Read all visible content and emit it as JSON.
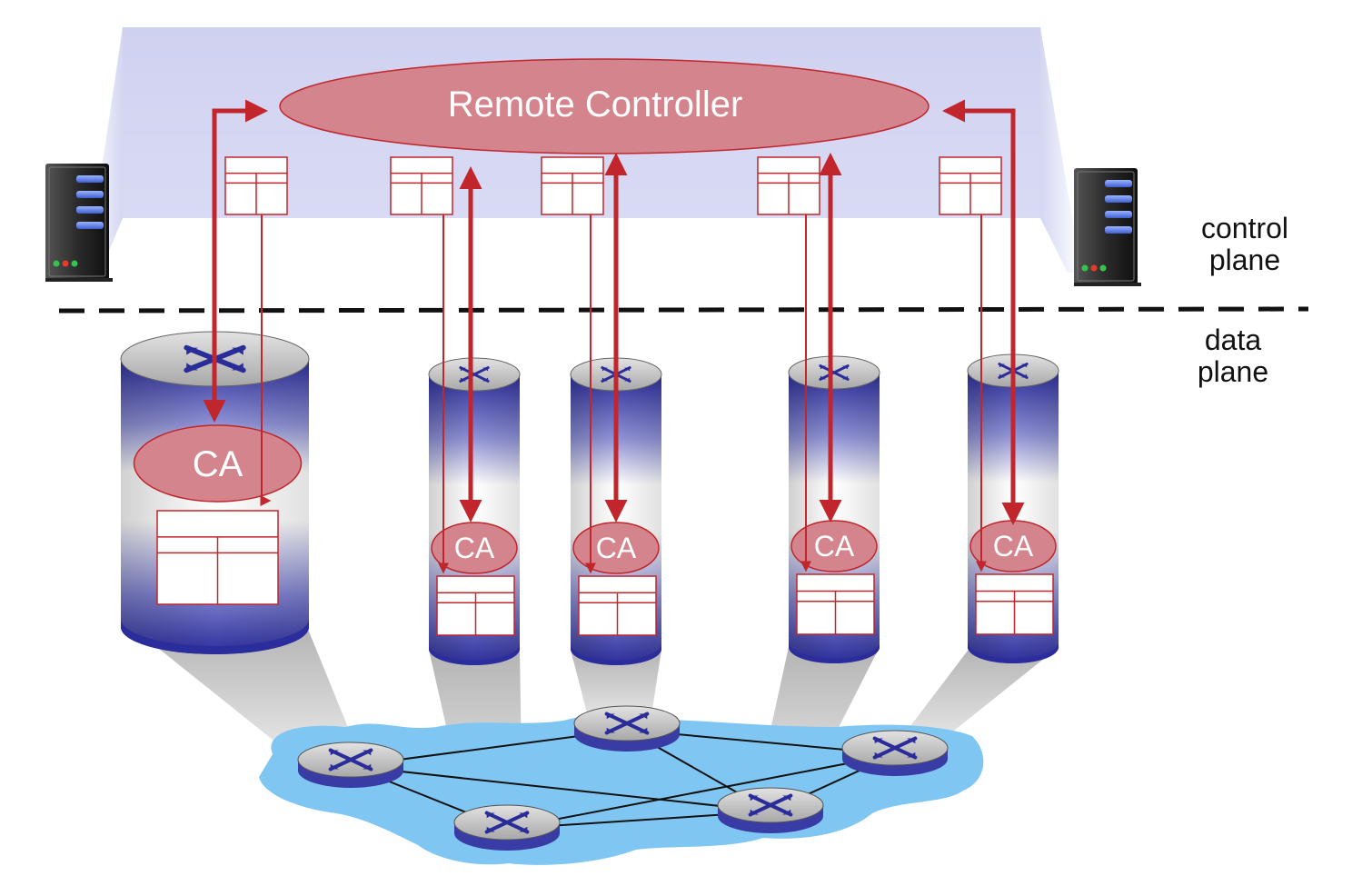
{
  "controller": {
    "label": "Remote Controller"
  },
  "plane_labels": {
    "control_line1": "control",
    "control_line2": "plane",
    "data_line1": "data",
    "data_line2": "plane"
  },
  "agents": [
    {
      "label": "CA"
    },
    {
      "label": "CA"
    },
    {
      "label": "CA"
    },
    {
      "label": "CA"
    },
    {
      "label": "CA"
    }
  ],
  "colors": {
    "control_region": "#d4d6f2",
    "controller_fill": "#d4848c",
    "arrow": "#c0262b",
    "table_line": "#c0262b",
    "network_cloud": "#7fc6f2",
    "router_blue": "#2a2c9a"
  }
}
